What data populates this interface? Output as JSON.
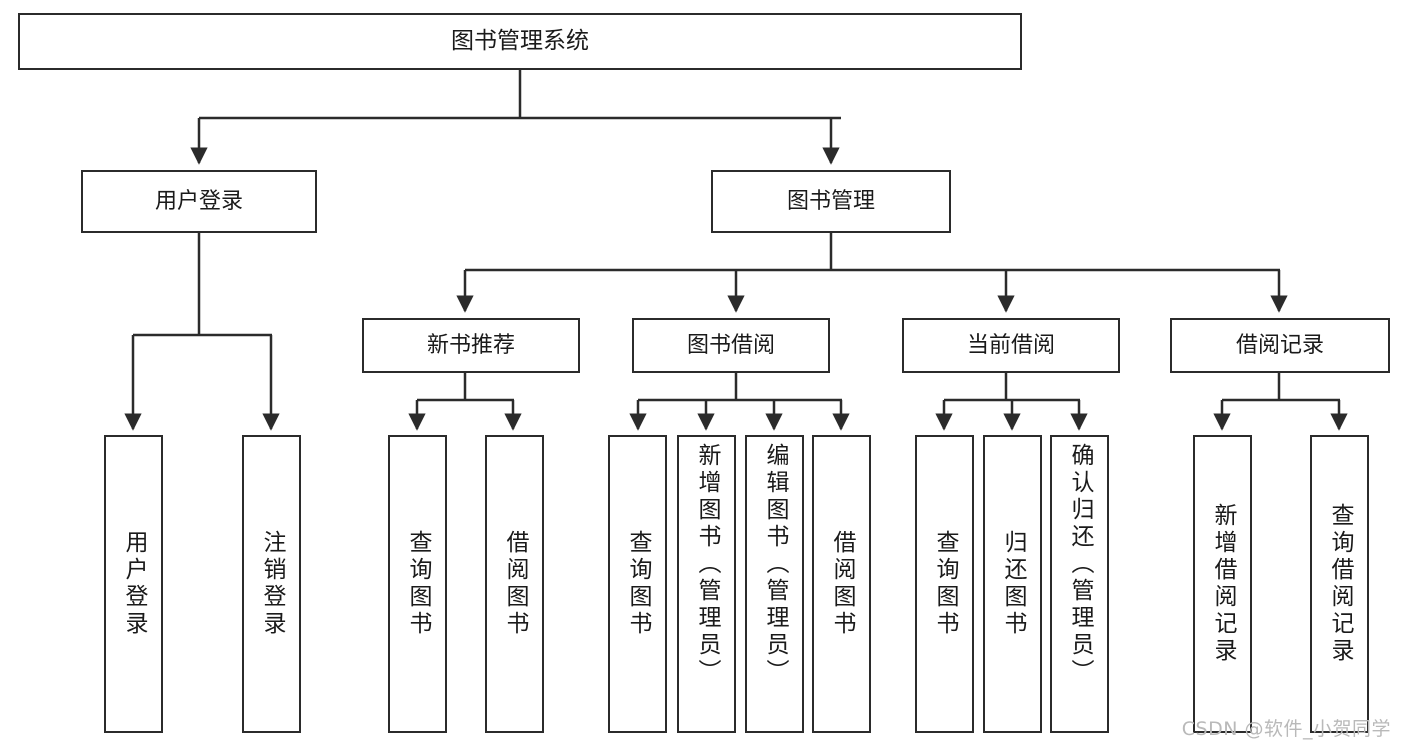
{
  "diagram": {
    "title": "图书管理系统",
    "watermark": "CSDN @软件_小贺同学",
    "colors": {
      "border": "#2b2b2b",
      "background": "#ffffff",
      "text": "#1a1a1a",
      "watermark": "#b9b9b9"
    },
    "root": {
      "label": "图书管理系统"
    },
    "level1": [
      {
        "label": "用户登录"
      },
      {
        "label": "图书管理"
      }
    ],
    "level2": [
      {
        "label": "新书推荐"
      },
      {
        "label": "图书借阅"
      },
      {
        "label": "当前借阅"
      },
      {
        "label": "借阅记录"
      }
    ],
    "leaves": {
      "user_login": [
        {
          "label": "用户登录"
        },
        {
          "label": "注销登录"
        }
      ],
      "new_book": [
        {
          "label": "查询图书"
        },
        {
          "label": "借阅图书"
        }
      ],
      "book_borrow": [
        {
          "label": "查询图书"
        },
        {
          "label": "新增图书（管理员）"
        },
        {
          "label": "编辑图书（管理员）"
        },
        {
          "label": "借阅图书"
        }
      ],
      "current_borrow": [
        {
          "label": "查询图书"
        },
        {
          "label": "归还图书"
        },
        {
          "label": "确认归还（管理员）"
        }
      ],
      "borrow_record": [
        {
          "label": "新增借阅记录"
        },
        {
          "label": "查询借阅记录"
        }
      ]
    }
  }
}
